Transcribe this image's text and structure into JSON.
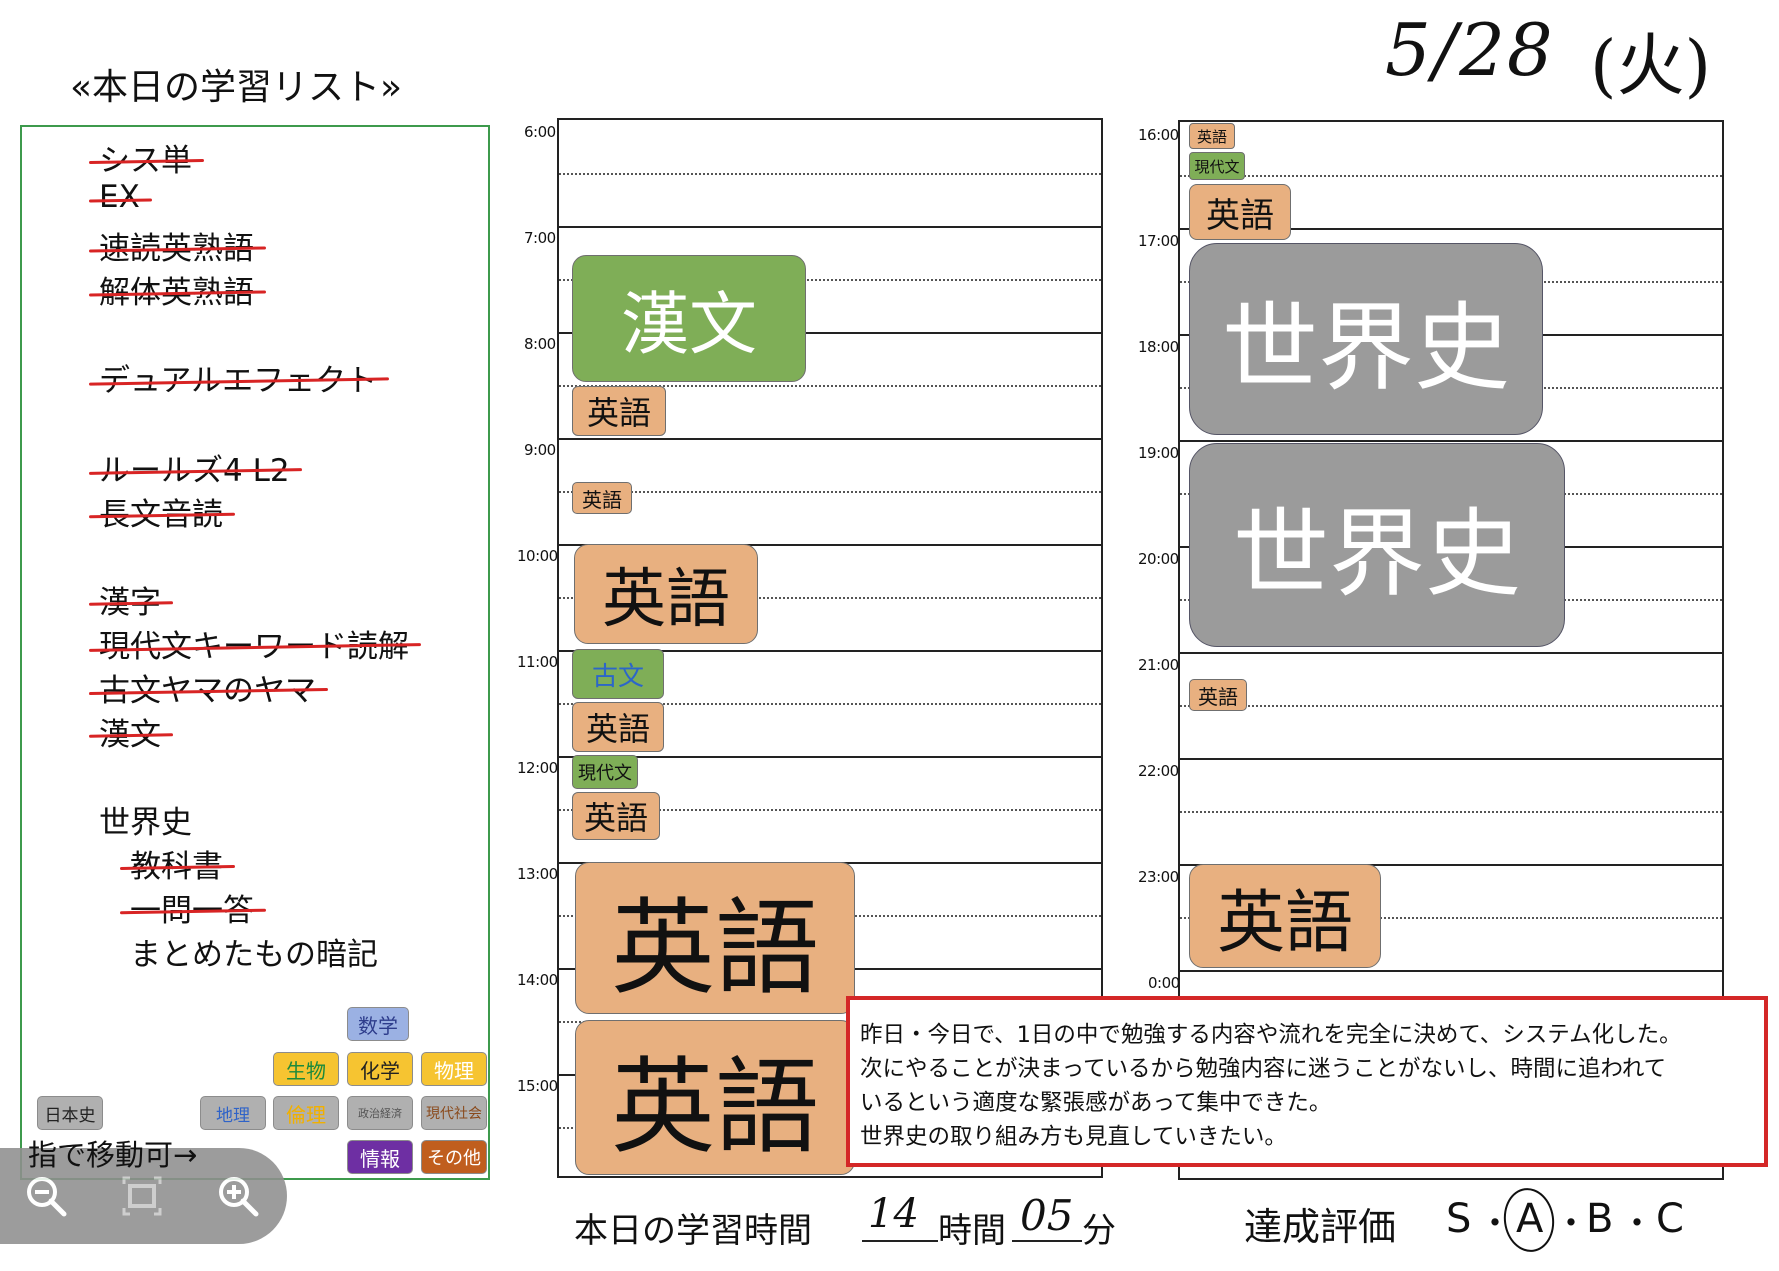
{
  "header": {
    "date": "5/28",
    "weekday": "(火)"
  },
  "list": {
    "title": "«本日の学習リスト»",
    "items": [
      {
        "label": "シス単",
        "done": true
      },
      {
        "label": "EX",
        "done": true
      },
      {
        "label": "速読英熟語",
        "done": true
      },
      {
        "label": "解体英熟語",
        "done": true
      },
      {
        "label": "デュアルエフェクト",
        "done": true
      },
      {
        "label": "ルールズ4  L2",
        "done": true
      },
      {
        "label": "長文音読",
        "done": true
      },
      {
        "label": "漢字",
        "done": true
      },
      {
        "label": "現代文キーワード読解",
        "done": true
      },
      {
        "label": "古文ヤマのヤマ",
        "done": true
      },
      {
        "label": "漢文",
        "done": true
      },
      {
        "label": "世界史",
        "done": false
      },
      {
        "label": "教科書",
        "done": true
      },
      {
        "label": "一問一答",
        "done": true
      },
      {
        "label": "まとめたもの暗記",
        "done": false
      }
    ]
  },
  "tags": {
    "math": "数学",
    "biology": "生物",
    "chemistry": "化学",
    "physics": "物理",
    "japanese_history": "日本史",
    "geography": "地理",
    "ethics": "倫理",
    "politics_economy": "政治経済",
    "modern_society": "現代社会",
    "information": "情報",
    "other": "その他"
  },
  "colors": {
    "english": "#e8b080",
    "classics_green": "#7fae57",
    "world_history": "#9b9b9b",
    "red_ink": "#d82424",
    "list_border": "#3d9a4c"
  },
  "zoom": {
    "hint": "指で移動可→",
    "icons": [
      "zoom-out-icon",
      "fit-screen-icon",
      "zoom-in-icon"
    ]
  },
  "timetable": {
    "left_hours": [
      "6:00",
      "7:00",
      "8:00",
      "9:00",
      "10:00",
      "11:00",
      "12:00",
      "13:00",
      "14:00",
      "15:00"
    ],
    "right_hours": [
      "16:00",
      "17:00",
      "18:00",
      "19:00",
      "20:00",
      "21:00",
      "22:00",
      "23:00",
      "0:00"
    ],
    "blocks": {
      "kanbun": "漢文",
      "eng_0815": "英語",
      "eng_0930": "英語",
      "eng_1000": "英語",
      "kobun": "古文",
      "eng_1130": "英語",
      "gendai_1200": "現代文",
      "eng_1215": "英語",
      "eng_1300": "英語",
      "eng_1430": "英語",
      "eng_1600": "英語",
      "gendai_1610": "現代文",
      "eng_1630": "英語",
      "hist_1700": "世界史",
      "hist_1900": "世界史",
      "eng_2100": "英語",
      "eng_2300": "英語"
    }
  },
  "comment": {
    "lines": [
      "昨日・今日で、1日の中で勉強する内容や流れを完全に決めて、システム化した。",
      "次にやることが決まっているから勉強内容に迷うことがないし、時間に追われて",
      "いるという適度な緊張感があって集中できた。",
      "世界史の取り組み方も見直していきたい。"
    ]
  },
  "footer": {
    "study_time_label": "本日の学習時間",
    "hours_value": "14",
    "hours_unit": "時間",
    "minutes_value": "05",
    "minutes_unit": "分",
    "evaluation_label": "達成評価",
    "grades": [
      "S",
      "A",
      "B",
      "C"
    ],
    "selected_grade": "A",
    "separator": "・"
  }
}
